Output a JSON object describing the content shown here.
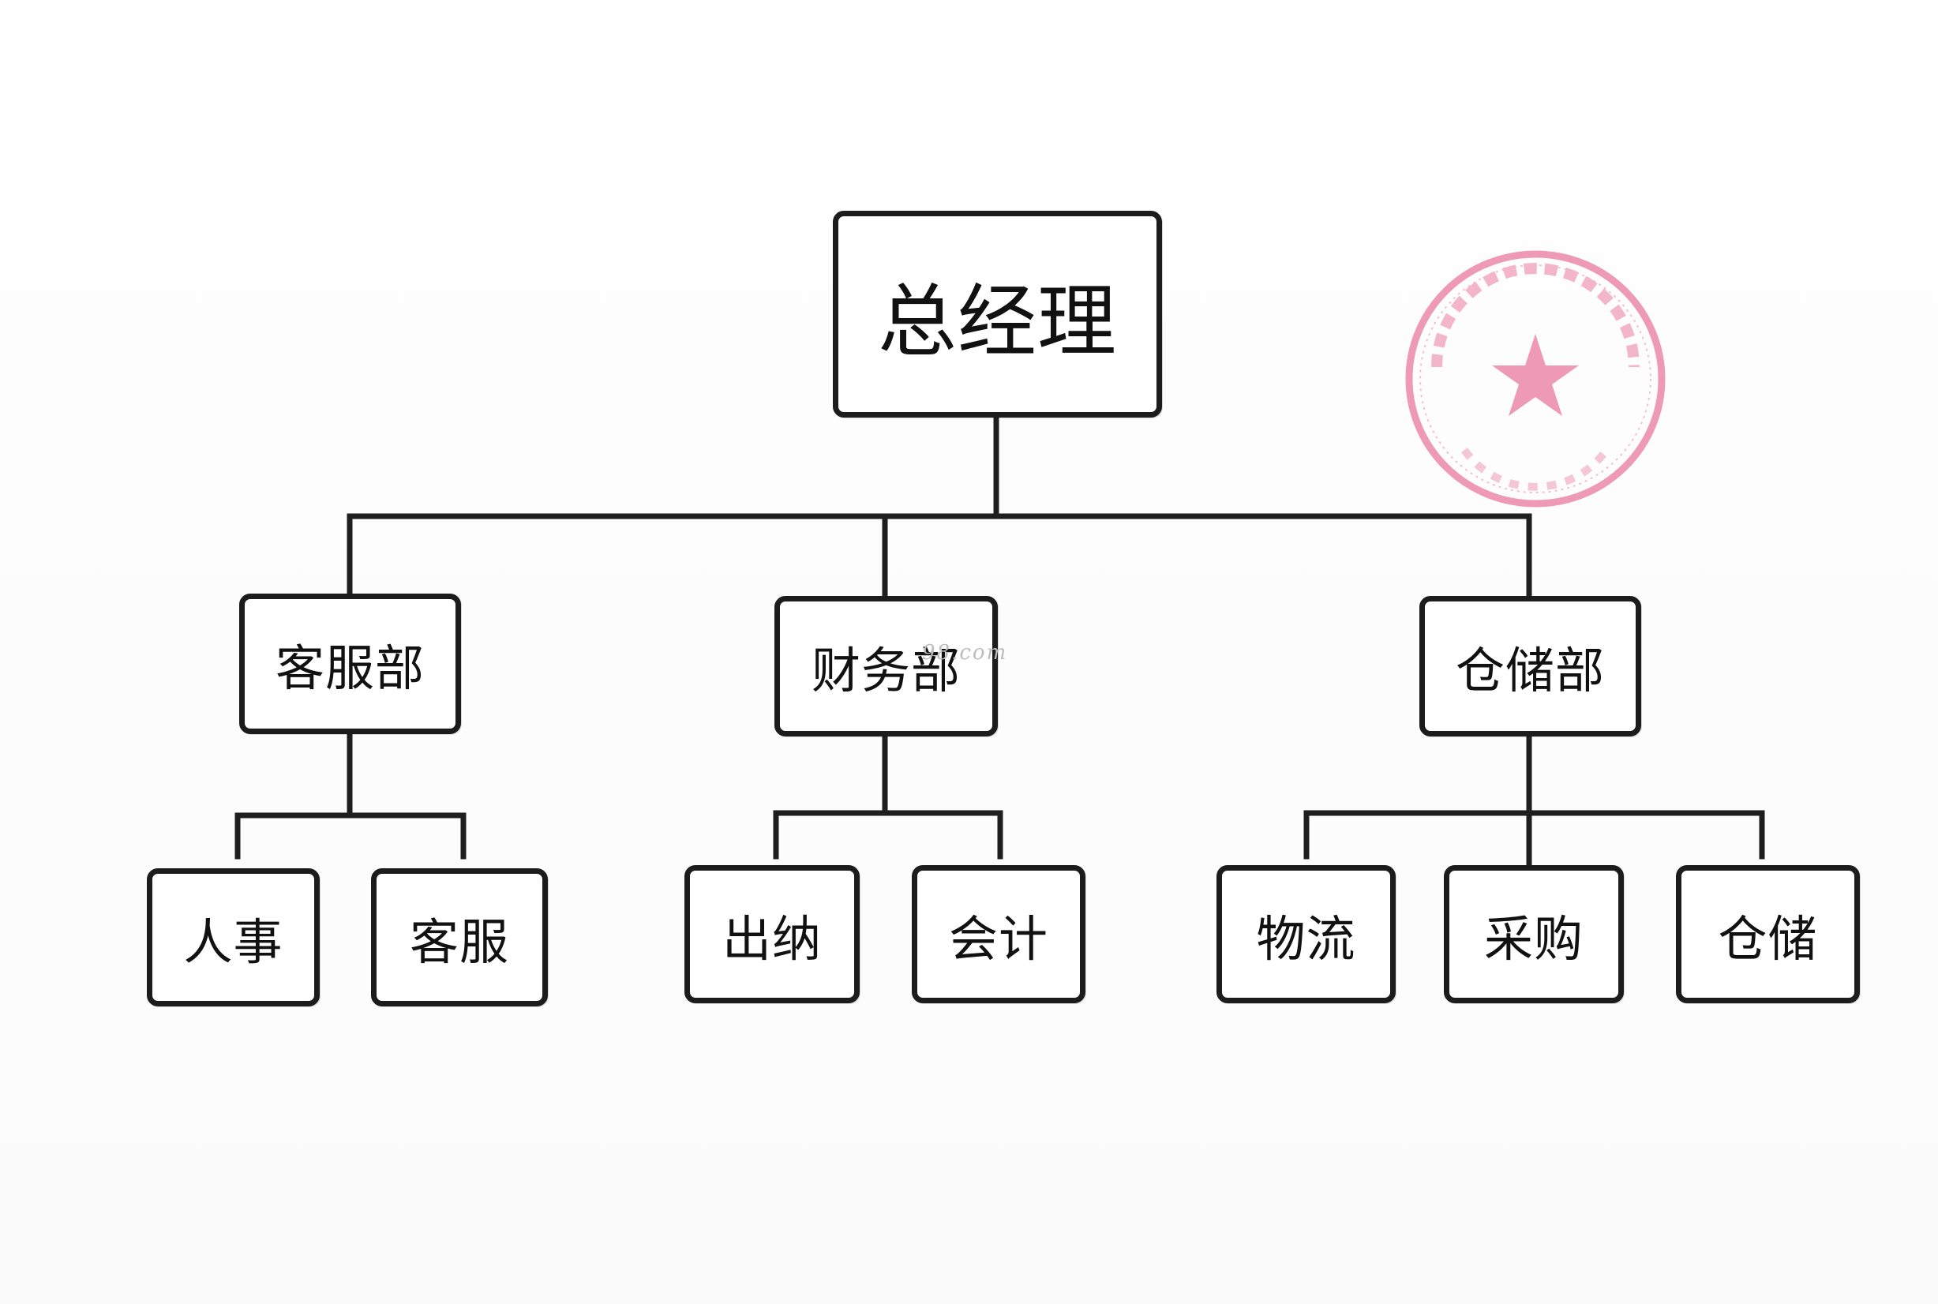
{
  "org_chart": {
    "root": {
      "label": "总经理"
    },
    "departments": [
      {
        "label": "客服部",
        "children": [
          {
            "label": "人事"
          },
          {
            "label": "客服"
          }
        ]
      },
      {
        "label": "财务部",
        "children": [
          {
            "label": "出纳"
          },
          {
            "label": "会计"
          }
        ]
      },
      {
        "label": "仓储部",
        "children": [
          {
            "label": "物流"
          },
          {
            "label": "采购"
          },
          {
            "label": "仓储"
          }
        ]
      }
    ]
  },
  "seal": {
    "color": "#e24a7e",
    "icon": "star-icon"
  },
  "watermark": {
    "text": "98.com"
  }
}
